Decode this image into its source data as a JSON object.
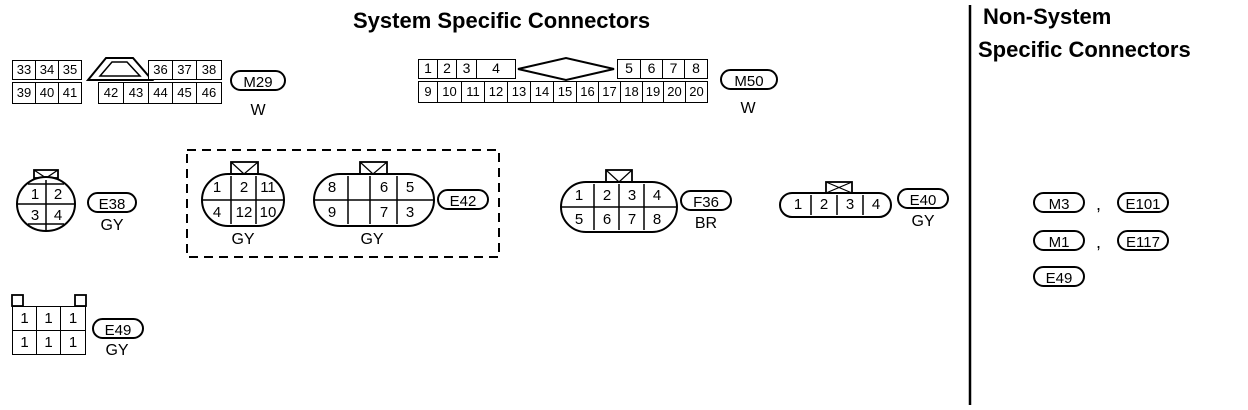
{
  "headings": {
    "system": "System Specific Connectors",
    "non_system_line1": "Non-System",
    "non_system_line2": "Specific Connectors"
  },
  "connectors": {
    "m29": {
      "id": "M29",
      "color": "W",
      "top_left": [
        "33",
        "34",
        "35"
      ],
      "top_right": [
        "36",
        "37",
        "38"
      ],
      "bottom_left": [
        "39",
        "40",
        "41"
      ],
      "bottom_right": [
        "42",
        "43",
        "44",
        "45",
        "46"
      ]
    },
    "m50": {
      "id": "M50",
      "color": "W",
      "top_left": [
        "1",
        "2",
        "3",
        "4"
      ],
      "top_right": [
        "5",
        "6",
        "7",
        "8"
      ],
      "bottom": [
        "9",
        "10",
        "11",
        "12",
        "13",
        "14",
        "15",
        "16",
        "17",
        "18",
        "19",
        "20"
      ]
    },
    "e38": {
      "id": "E38",
      "color": "GY",
      "pins": [
        "1",
        "2",
        "3",
        "4"
      ]
    },
    "e42a": {
      "color": "GY",
      "pins": [
        "1",
        "2",
        "11",
        "4",
        "12",
        "10"
      ]
    },
    "e42b": {
      "id": "E42",
      "color": "GY",
      "pins": [
        "8",
        "6",
        "5",
        "9",
        "7",
        "3"
      ]
    },
    "f36": {
      "id": "F36",
      "color": "BR",
      "pins": [
        "1",
        "2",
        "3",
        "4",
        "5",
        "6",
        "7",
        "8"
      ]
    },
    "e40": {
      "id": "E40",
      "color": "GY",
      "pins": [
        "1",
        "2",
        "3",
        "4"
      ]
    },
    "e49": {
      "id": "E49",
      "color": "GY",
      "pins": [
        "1",
        "1",
        "1",
        "1",
        "1",
        "1"
      ]
    }
  },
  "non_system": {
    "row1": [
      "M3",
      "E101"
    ],
    "row2": [
      "M1",
      "E117"
    ],
    "row3": [
      "E49"
    ],
    "separator": ","
  }
}
